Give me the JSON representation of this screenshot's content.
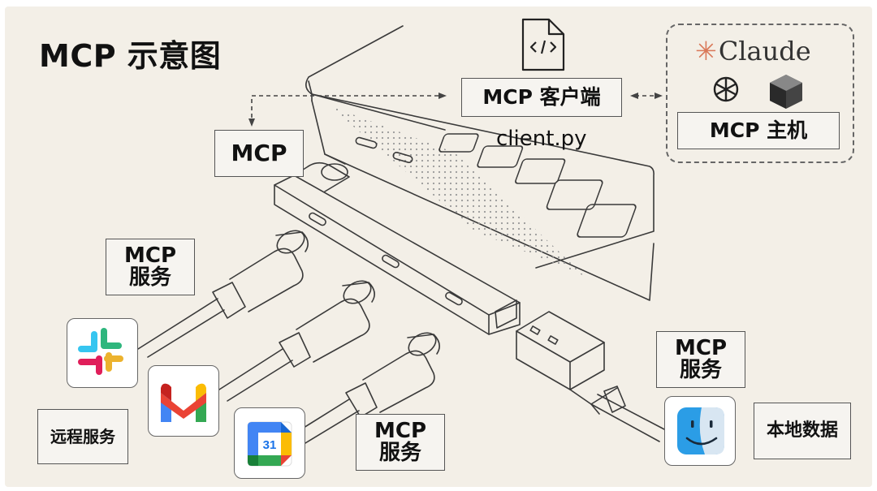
{
  "title": "MCP 示意图",
  "client": {
    "label": "MCP 客户端",
    "file": "client.py"
  },
  "host": {
    "label": "MCP 主机",
    "brand": "Claude"
  },
  "hub_label": "MCP",
  "server_label_1": [
    "MCP",
    "服务"
  ],
  "server_label_2": [
    "MCP",
    "服务"
  ],
  "server_label_3": [
    "MCP",
    "服务"
  ],
  "remote_label": "远程服务",
  "local_label": "本地数据",
  "calendar_day": "31",
  "icons": [
    "code-file-icon",
    "claude-logo",
    "openai-logo",
    "perplexity-logo",
    "slack-icon",
    "gmail-icon",
    "google-calendar-icon",
    "finder-icon"
  ],
  "colors": {
    "background": "#f3efe7",
    "line": "#444444",
    "claude_orange": "#d97757"
  }
}
